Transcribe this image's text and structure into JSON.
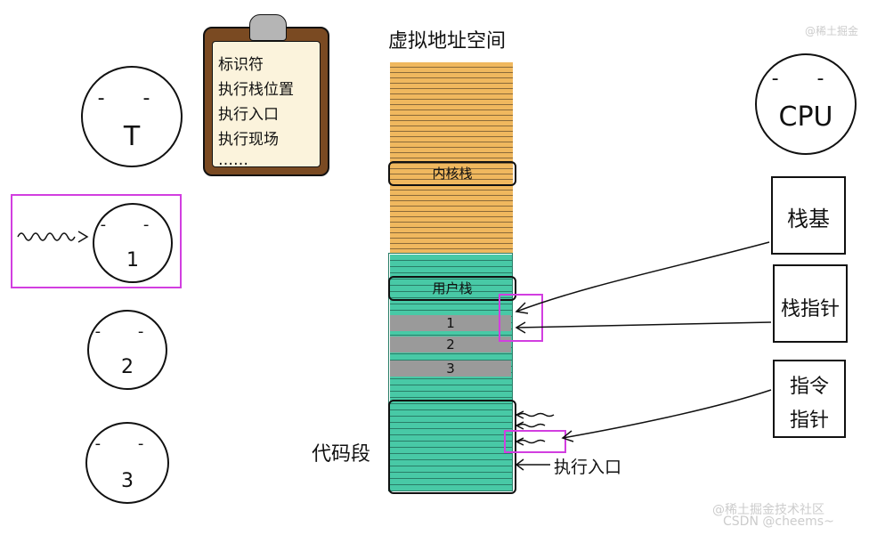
{
  "title": "虚拟地址空间",
  "clipboard": {
    "lines": [
      "标识符",
      "执行栈位置",
      "执行入口",
      "执行现场",
      "……"
    ]
  },
  "faces": {
    "t": "T",
    "one": "1",
    "two": "2",
    "three": "3",
    "cpu": "CPU"
  },
  "stack": {
    "kernel_stack": "内核栈",
    "user_stack": "用户栈",
    "frames": [
      "1",
      "2",
      "3"
    ],
    "code_segment": "代码段",
    "exec_entry": "执行入口"
  },
  "registers": {
    "stack_base": "栈基",
    "stack_pointer": "栈指针",
    "instr_pointer_l1": "指令",
    "instr_pointer_l2": "指针"
  },
  "watermark": {
    "top_right": "@稀土掘金",
    "bottom_1": "@稀土掘金技术社区",
    "bottom_2": "CSDN @cheems~"
  },
  "colors": {
    "kernel": "#f0b85e",
    "user": "#48c9a6",
    "highlight": "#d23ee0"
  }
}
